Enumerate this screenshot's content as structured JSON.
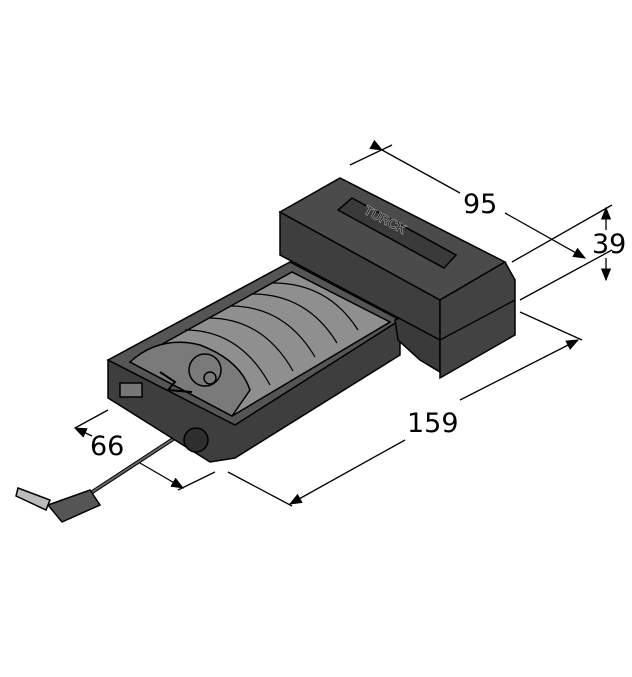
{
  "drawing": {
    "brand_logo": "TURCK",
    "dimensions": {
      "width": "95",
      "height": "39",
      "length": "159",
      "handle_width": "66"
    },
    "colors": {
      "body_dark": "#4a4a4a",
      "body_light": "#8c8c8c",
      "grip": "#9a9a9a"
    }
  }
}
